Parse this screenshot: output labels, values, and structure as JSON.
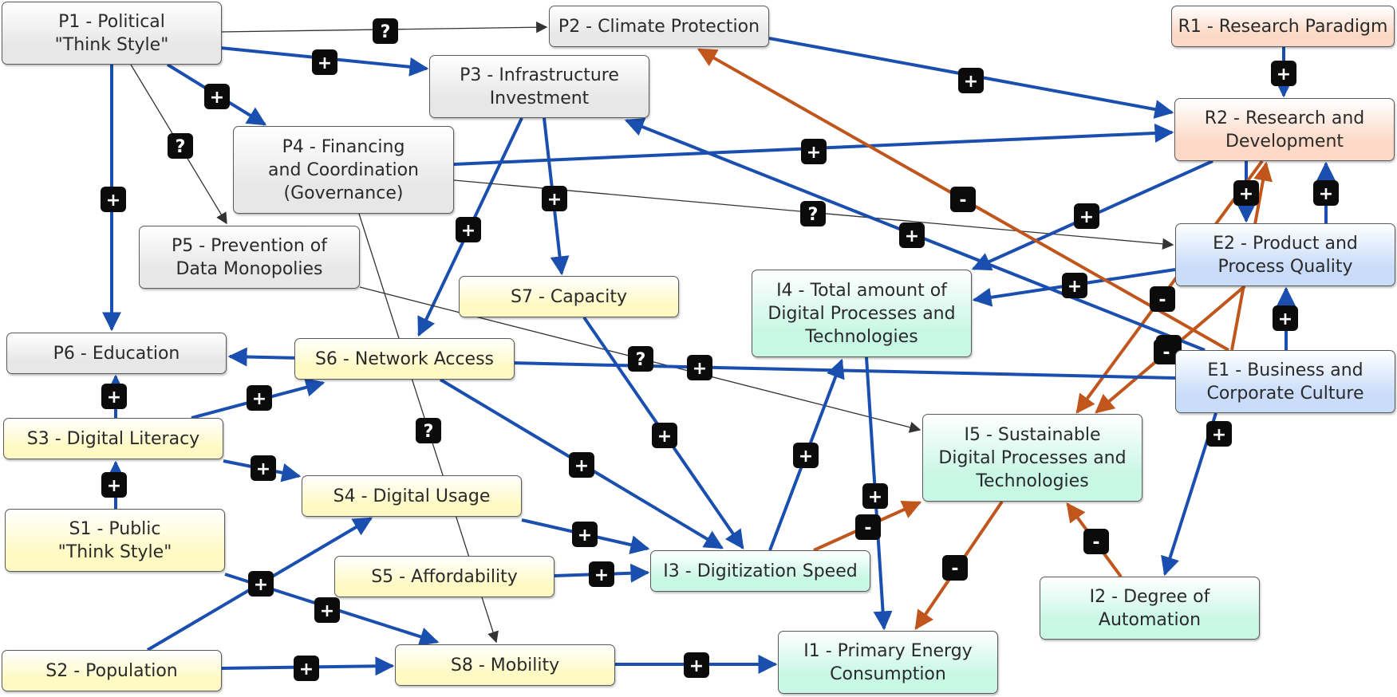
{
  "colors": {
    "political": "#e7e7e7",
    "social": "#fffac4",
    "innovation": "#c9f7e6",
    "economic": "#c9dcf9",
    "research": "#fcd9c6",
    "positive_edge": "#1a4fb0",
    "negative_edge": "#c0561c",
    "unknown_edge": "#333333"
  },
  "nodes": [
    {
      "id": "P1",
      "label": "P1 - Political\n\"Think Style\"",
      "group": "political"
    },
    {
      "id": "P2",
      "label": "P2 - Climate Protection",
      "group": "political"
    },
    {
      "id": "P3",
      "label": "P3 - Infrastructure\nInvestment",
      "group": "political"
    },
    {
      "id": "P4",
      "label": "P4 - Financing\nand Coordination\n(Governance)",
      "group": "political"
    },
    {
      "id": "P5",
      "label": "P5 - Prevention of\nData Monopolies",
      "group": "political"
    },
    {
      "id": "P6",
      "label": "P6 - Education",
      "group": "political"
    },
    {
      "id": "R1",
      "label": "R1 - Research Paradigm",
      "group": "research"
    },
    {
      "id": "R2",
      "label": "R2 - Research and\nDevelopment",
      "group": "research"
    },
    {
      "id": "E1",
      "label": "E1 - Business and\nCorporate Culture",
      "group": "economic"
    },
    {
      "id": "E2",
      "label": "E2 - Product and\nProcess Quality",
      "group": "economic"
    },
    {
      "id": "S1",
      "label": "S1 - Public\n\"Think Style\"",
      "group": "social"
    },
    {
      "id": "S2",
      "label": "S2 - Population",
      "group": "social"
    },
    {
      "id": "S3",
      "label": "S3 - Digital Literacy",
      "group": "social"
    },
    {
      "id": "S4",
      "label": "S4 - Digital Usage",
      "group": "social"
    },
    {
      "id": "S5",
      "label": "S5 - Affordability",
      "group": "social"
    },
    {
      "id": "S6",
      "label": "S6 - Network Access",
      "group": "social"
    },
    {
      "id": "S7",
      "label": "S7 - Capacity",
      "group": "social"
    },
    {
      "id": "S8",
      "label": "S8 - Mobility",
      "group": "social"
    },
    {
      "id": "I1",
      "label": "I1 - Primary Energy\nConsumption",
      "group": "innovation"
    },
    {
      "id": "I2",
      "label": "I2 - Degree of\nAutomation",
      "group": "innovation"
    },
    {
      "id": "I3",
      "label": "I3 - Digitization Speed",
      "group": "innovation"
    },
    {
      "id": "I4",
      "label": "I4 - Total amount of\nDigital Processes and\nTechnologies",
      "group": "innovation"
    },
    {
      "id": "I5",
      "label": "I5 - Sustainable\nDigital Processes and\nTechnologies",
      "group": "innovation"
    }
  ],
  "edges": [
    {
      "from": "P1",
      "to": "P2",
      "sign": "?"
    },
    {
      "from": "P1",
      "to": "P3",
      "sign": "+"
    },
    {
      "from": "P1",
      "to": "P4",
      "sign": "+"
    },
    {
      "from": "P1",
      "to": "P5",
      "sign": "?"
    },
    {
      "from": "P1",
      "to": "P6",
      "sign": "+"
    },
    {
      "from": "P2",
      "to": "R2",
      "sign": "+"
    },
    {
      "from": "P3",
      "to": "S6",
      "sign": "+"
    },
    {
      "from": "P3",
      "to": "S7",
      "sign": "+"
    },
    {
      "from": "P4",
      "to": "R2",
      "sign": "+"
    },
    {
      "from": "P4",
      "to": "E2",
      "sign": "?"
    },
    {
      "from": "P4",
      "to": "S8",
      "sign": "?"
    },
    {
      "from": "P5",
      "to": "I5",
      "sign": "?"
    },
    {
      "from": "R1",
      "to": "R2",
      "sign": "+"
    },
    {
      "from": "R2",
      "to": "E2",
      "sign": "+"
    },
    {
      "from": "R2",
      "to": "I4",
      "sign": "+"
    },
    {
      "from": "R2",
      "to": "I5",
      "sign": "-"
    },
    {
      "from": "E2",
      "to": "R2",
      "sign": "+"
    },
    {
      "from": "E2",
      "to": "I4",
      "sign": "+"
    },
    {
      "from": "E2",
      "to": "I5",
      "sign": "-"
    },
    {
      "from": "E1",
      "to": "E2",
      "sign": "+"
    },
    {
      "from": "E1",
      "to": "R2",
      "sign": "-"
    },
    {
      "from": "E1",
      "to": "P2",
      "sign": "-"
    },
    {
      "from": "E1",
      "to": "P3",
      "sign": "+"
    },
    {
      "from": "E1",
      "to": "P6",
      "sign": "+"
    },
    {
      "from": "E1",
      "to": "I2",
      "sign": "+"
    },
    {
      "from": "S6",
      "to": "I3",
      "sign": "+"
    },
    {
      "from": "S7",
      "to": "I3",
      "sign": "+"
    },
    {
      "from": "S3",
      "to": "P6",
      "sign": "+"
    },
    {
      "from": "S3",
      "to": "S6",
      "sign": "+"
    },
    {
      "from": "S3",
      "to": "S4",
      "sign": "+"
    },
    {
      "from": "S1",
      "to": "S3",
      "sign": "+"
    },
    {
      "from": "S1",
      "to": "S8",
      "sign": "+"
    },
    {
      "from": "S2",
      "to": "S4",
      "sign": "+"
    },
    {
      "from": "S2",
      "to": "S8",
      "sign": "+"
    },
    {
      "from": "S4",
      "to": "I3",
      "sign": "+"
    },
    {
      "from": "S5",
      "to": "I3",
      "sign": "+"
    },
    {
      "from": "S8",
      "to": "I1",
      "sign": "+"
    },
    {
      "from": "I3",
      "to": "I4",
      "sign": "+"
    },
    {
      "from": "I3",
      "to": "I5",
      "sign": "-"
    },
    {
      "from": "I4",
      "to": "I1",
      "sign": "+"
    },
    {
      "from": "I5",
      "to": "I1",
      "sign": "-"
    },
    {
      "from": "I2",
      "to": "I5",
      "sign": "-"
    }
  ]
}
